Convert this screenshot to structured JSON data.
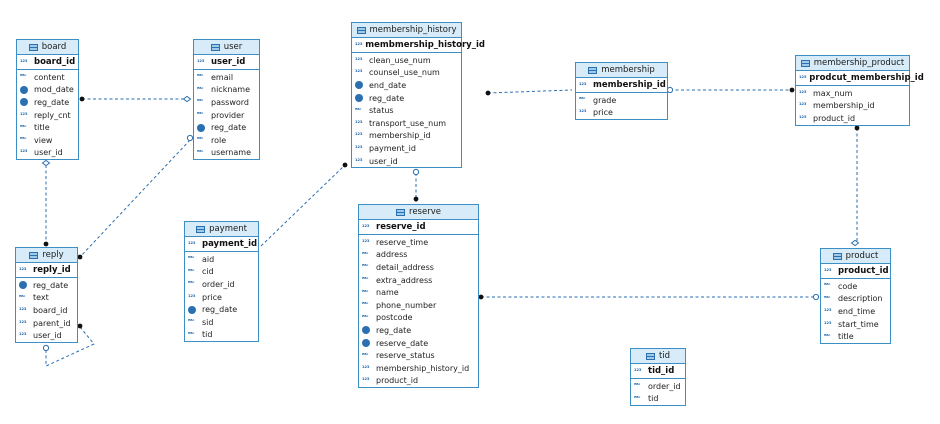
{
  "tables": {
    "board": {
      "title": "board",
      "pk": "board_id",
      "cols": [
        {
          "t": "abc",
          "n": "content"
        },
        {
          "t": "date",
          "n": "mod_date"
        },
        {
          "t": "date",
          "n": "reg_date"
        },
        {
          "t": "num",
          "n": "reply_cnt"
        },
        {
          "t": "abc",
          "n": "title"
        },
        {
          "t": "abc",
          "n": "view"
        },
        {
          "t": "num",
          "n": "user_id"
        }
      ]
    },
    "user": {
      "title": "user",
      "pk": "user_id",
      "cols": [
        {
          "t": "abc",
          "n": "email"
        },
        {
          "t": "abc",
          "n": "nickname"
        },
        {
          "t": "abc",
          "n": "password"
        },
        {
          "t": "abc",
          "n": "provider"
        },
        {
          "t": "date",
          "n": "reg_date"
        },
        {
          "t": "abc",
          "n": "role"
        },
        {
          "t": "abc",
          "n": "username"
        }
      ]
    },
    "membership_history": {
      "title": "membership_history",
      "pk": "membmership_history_id",
      "cols": [
        {
          "t": "num",
          "n": "clean_use_num"
        },
        {
          "t": "num",
          "n": "counsel_use_num"
        },
        {
          "t": "date",
          "n": "end_date"
        },
        {
          "t": "date",
          "n": "reg_date"
        },
        {
          "t": "abc",
          "n": "status"
        },
        {
          "t": "num",
          "n": "transport_use_num"
        },
        {
          "t": "num",
          "n": "membership_id"
        },
        {
          "t": "num",
          "n": "payment_id"
        },
        {
          "t": "num",
          "n": "user_id"
        }
      ]
    },
    "membership": {
      "title": "membership",
      "pk": "membership_id",
      "cols": [
        {
          "t": "abc",
          "n": "grade"
        },
        {
          "t": "num",
          "n": "price"
        }
      ]
    },
    "membership_product": {
      "title": "membership_product",
      "pk": "prodcut_membership_id",
      "cols": [
        {
          "t": "num",
          "n": "max_num"
        },
        {
          "t": "num",
          "n": "membership_id"
        },
        {
          "t": "num",
          "n": "product_id"
        }
      ]
    },
    "reply": {
      "title": "reply",
      "pk": "reply_id",
      "cols": [
        {
          "t": "date",
          "n": "reg_date"
        },
        {
          "t": "abc",
          "n": "text"
        },
        {
          "t": "num",
          "n": "board_id"
        },
        {
          "t": "num",
          "n": "parent_id"
        },
        {
          "t": "num",
          "n": "user_id"
        }
      ]
    },
    "payment": {
      "title": "payment",
      "pk": "payment_id",
      "cols": [
        {
          "t": "abc",
          "n": "aid"
        },
        {
          "t": "abc",
          "n": "cid"
        },
        {
          "t": "abc",
          "n": "order_id"
        },
        {
          "t": "num",
          "n": "price"
        },
        {
          "t": "date",
          "n": "reg_date"
        },
        {
          "t": "abc",
          "n": "sid"
        },
        {
          "t": "abc",
          "n": "tid"
        }
      ]
    },
    "reserve": {
      "title": "reserve",
      "pk": "reserve_id",
      "cols": [
        {
          "t": "num",
          "n": "reserve_time"
        },
        {
          "t": "abc",
          "n": "address"
        },
        {
          "t": "abc",
          "n": "detail_address"
        },
        {
          "t": "abc",
          "n": "extra_address"
        },
        {
          "t": "abc",
          "n": "name"
        },
        {
          "t": "abc",
          "n": "phone_number"
        },
        {
          "t": "abc",
          "n": "postcode"
        },
        {
          "t": "date",
          "n": "reg_date"
        },
        {
          "t": "date",
          "n": "reserve_date"
        },
        {
          "t": "abc",
          "n": "reserve_status"
        },
        {
          "t": "num",
          "n": "membership_history_id"
        },
        {
          "t": "num",
          "n": "product_id"
        }
      ]
    },
    "product": {
      "title": "product",
      "pk": "product_id",
      "cols": [
        {
          "t": "abc",
          "n": "code"
        },
        {
          "t": "abc",
          "n": "description"
        },
        {
          "t": "num",
          "n": "end_time"
        },
        {
          "t": "num",
          "n": "start_time"
        },
        {
          "t": "abc",
          "n": "title"
        }
      ]
    },
    "tid": {
      "title": "tid",
      "pk": "tid_id",
      "cols": [
        {
          "t": "abc",
          "n": "order_id"
        },
        {
          "t": "abc",
          "n": "tid"
        }
      ]
    }
  },
  "icons": {
    "pk": "key-number-icon",
    "abc": "text-type-icon",
    "num": "number-type-icon",
    "date": "date-type-icon",
    "table": "table-icon"
  },
  "colors": {
    "border": "#3b8fc4",
    "header": "#d7ecf8",
    "link": "#2a6fb0"
  }
}
